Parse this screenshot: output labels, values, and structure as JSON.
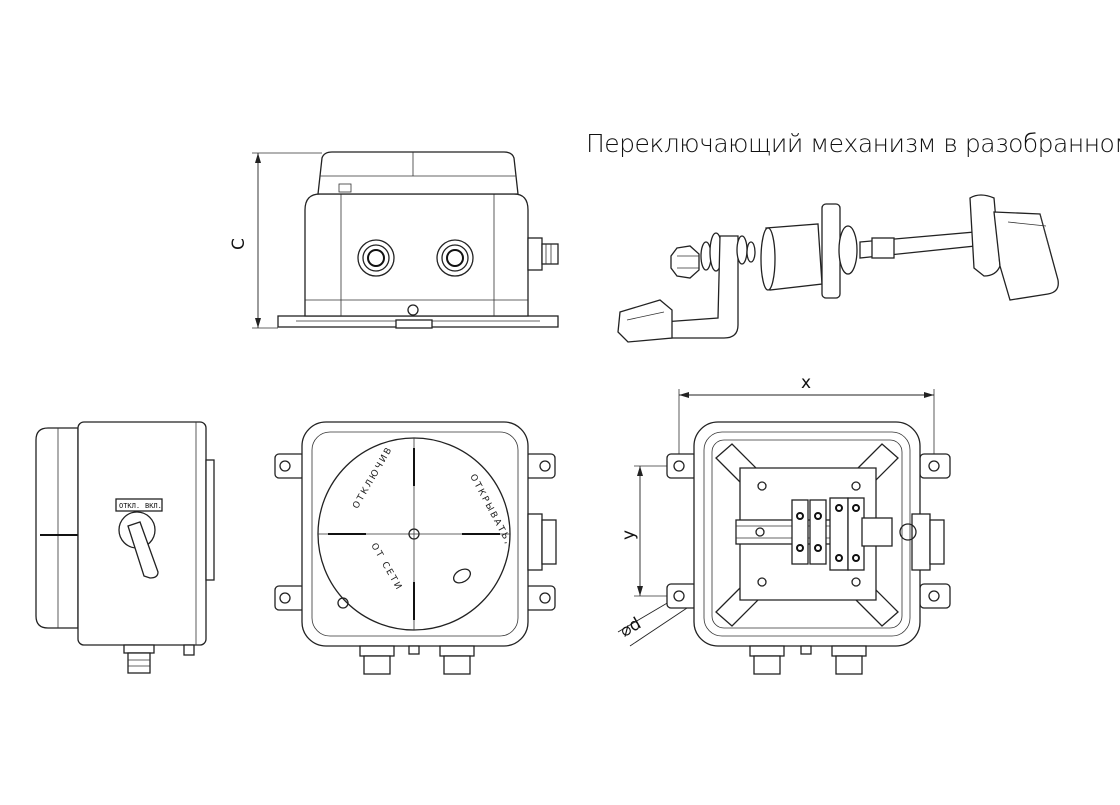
{
  "title": "Переключающий механизм в разобранном виде",
  "dimensions": {
    "height": "C",
    "width": "x",
    "hole_spacing": "y",
    "hole_diameter": "⌀d"
  },
  "switch_labels": {
    "off": "ОТКЛ.",
    "on": "ВКЛ."
  },
  "cover_text": {
    "open_word": "ОТКРЫВАТЬ,",
    "disconnect_word": "ОТКЛЮЧИВ",
    "from_network": "ОТ СЕТИ"
  }
}
